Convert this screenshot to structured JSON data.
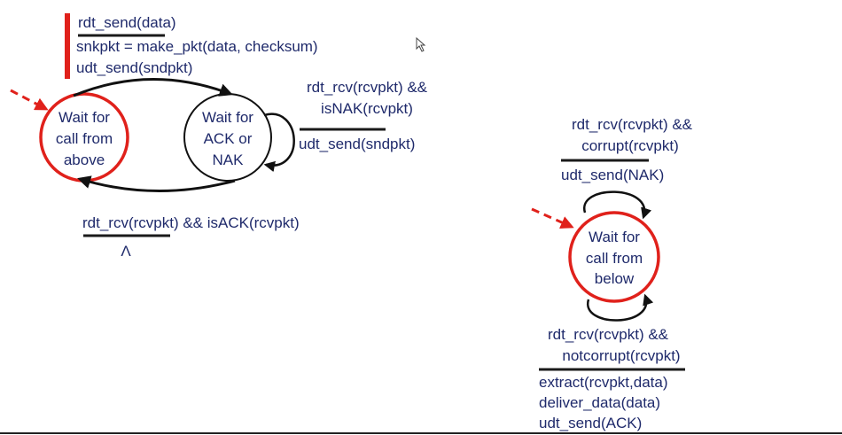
{
  "sender": {
    "states": [
      {
        "id": "wait-above",
        "lines": [
          "Wait for",
          "call from",
          "above"
        ]
      },
      {
        "id": "wait-ack",
        "lines": [
          "Wait for",
          "ACK or",
          "NAK"
        ]
      }
    ],
    "t_send": {
      "event": "rdt_send(data)",
      "actions": [
        "snkpkt = make_pkt(data, checksum)",
        "udt_send(sndpkt)"
      ]
    },
    "t_nak": {
      "event": [
        "rdt_rcv(rcvpkt) &&",
        "isNAK(rcvpkt)"
      ],
      "actions": [
        "udt_send(sndpkt)"
      ]
    },
    "t_ack": {
      "event": "rdt_rcv(rcvpkt) && isACK(rcvpkt)",
      "action": "Λ"
    }
  },
  "receiver": {
    "state": {
      "id": "wait-below",
      "lines": [
        "Wait for",
        "call from",
        "below"
      ]
    },
    "t_corrupt": {
      "event": [
        "rdt_rcv(rcvpkt) &&",
        "corrupt(rcvpkt)"
      ],
      "actions": [
        "udt_send(NAK)"
      ]
    },
    "t_notcorrupt": {
      "event": [
        "rdt_rcv(rcvpkt) &&",
        "notcorrupt(rcvpkt)"
      ],
      "actions": [
        "extract(rcvpkt,data)",
        "deliver_data(data)",
        "udt_send(ACK)"
      ]
    }
  },
  "colors": {
    "text": "#1f2a6b",
    "initial_state": "#e0211b",
    "line": "#111111"
  },
  "icons": [
    "mouse-cursor-icon"
  ]
}
